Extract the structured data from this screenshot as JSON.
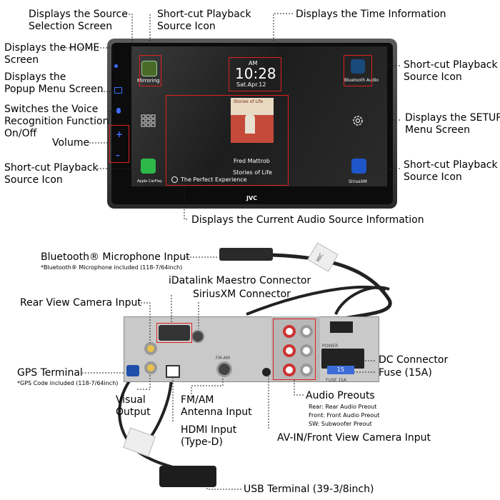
{
  "front": {
    "labels": {
      "source_selection": [
        "Displays the Source",
        "Selection Screen"
      ],
      "home": [
        "Displays the HOME",
        "Screen"
      ],
      "popup_menu": [
        "Displays the",
        "Popup Menu Screen"
      ],
      "voice": [
        "Switches the Voice",
        "Recognition Function",
        "On/Off"
      ],
      "volume": "Volume",
      "shortcut_left_top": [
        "Short-cut Playback",
        "Source Icon"
      ],
      "shortcut_left_bottom": [
        "Short-cut Playback",
        "Source Icon"
      ],
      "time_info": "Displays the Time Information",
      "shortcut_right_top": [
        "Short-cut Playback",
        "Source Icon"
      ],
      "setup_menu": [
        "Displays the SETUP",
        "Menu Screen"
      ],
      "shortcut_right_bottom": [
        "Short-cut Playback",
        "Source Icon"
      ],
      "audio_source_info": "Displays the Current Audio Source Information"
    },
    "screen": {
      "mirroring": "Mirroring",
      "ampm": "AM",
      "time": "10:28",
      "date": "Sat.Apr.12",
      "bluetooth_audio": "Bluetooth Audio",
      "album_title": "Stories of Life",
      "artist": "Fred Mattrob",
      "album": "Stories of Life",
      "track": "The Perfect Experience",
      "apple_carplay": "Apple CarPlay",
      "siriusxm": "SiriusXM",
      "brand": "JVC"
    }
  },
  "rear": {
    "labels": {
      "bt_mic": "Bluetooth® Microphone Input",
      "bt_mic_note": "*Bluetooth® Microphone included (118-7/64inch)",
      "idatalink": "iDatalink Maestro Connector",
      "siriusxm_conn": "SiriusXM Connector",
      "rear_cam": "Rear View Camera Input",
      "gps": "GPS Terminal",
      "gps_note": "*GPS Code included (118-7/64inch)",
      "visual_output": [
        "Visual",
        "Output"
      ],
      "fm_am": [
        "FM/AM",
        "Antenna Input"
      ],
      "hdmi": [
        "HDMI Input",
        "(Type-D)"
      ],
      "av_in": "AV-IN/Front View Camera Input",
      "audio_preouts": "Audio Preouts",
      "preouts_detail": [
        "Rear: Rear Audio Preout",
        "Front: Front Audio Preout",
        "SW: Subwoofer Preout"
      ],
      "dc_connector": "DC Connector",
      "fuse": "Fuse (15A)",
      "usb": "USB Terminal (39-3/8inch)"
    },
    "chassis": {
      "fm_am_label": "FM-AM",
      "fuse_value": "15",
      "fuse_label": "FUSE 15A",
      "power_label": "POWER",
      "mic_tag": "MIC"
    }
  },
  "colors": {
    "callout_red": "#e02020",
    "dot_line": "#222222"
  }
}
